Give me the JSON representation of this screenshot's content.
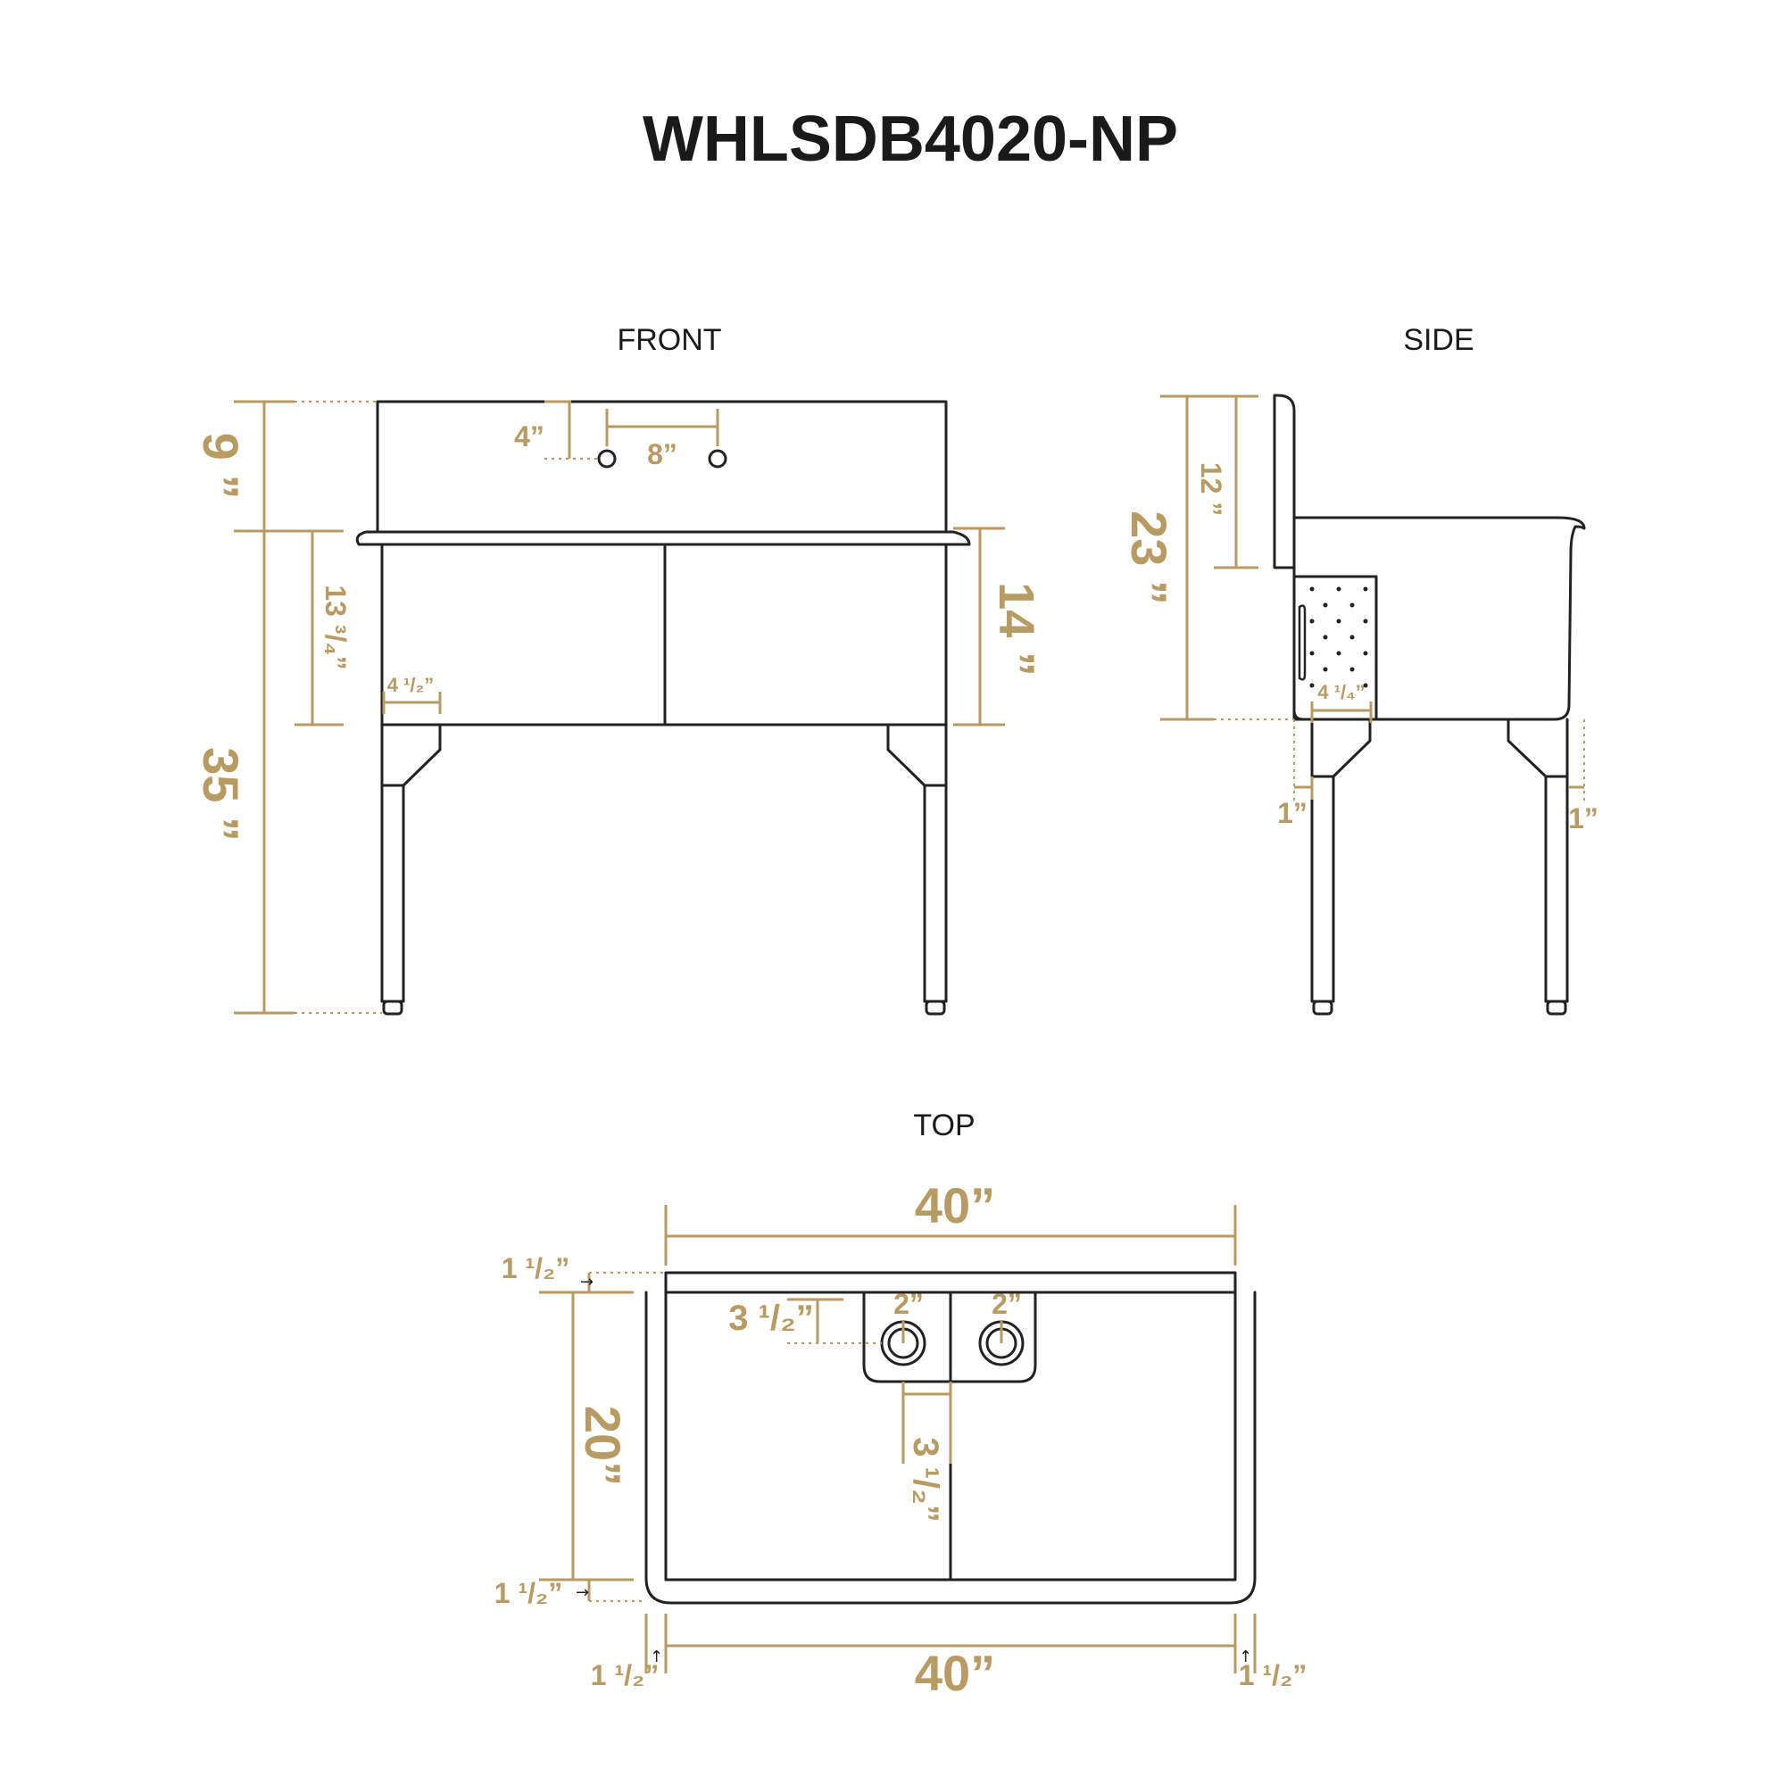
{
  "title": "WHLSDB4020-NP",
  "views": {
    "front": "FRONT",
    "side": "SIDE",
    "top": "TOP"
  },
  "front_dims": {
    "backsplash_height": "9 ”",
    "total_height": "35 ”",
    "tub_depth_inner": "13 ³/₄”",
    "tub_depth_outer": "14 ”",
    "faucet_drop": "4”",
    "faucet_spacing": "8”",
    "leg_inset": "4 ¹/₂”"
  },
  "side_dims": {
    "total": "23 ”",
    "backsplash": "12 ”",
    "drain_offset": "4 ¹/₄”",
    "leg_inset_left": "1”",
    "leg_inset_right": "1”"
  },
  "top_dims": {
    "width_top": "40”",
    "width_bottom": "40”",
    "depth": "20”",
    "back_offset": "1 ¹/₂”",
    "front_offset": "1 ¹/₂”",
    "left_offset": "1 ¹/₂”",
    "right_offset": "1 ¹/₂”",
    "drain_from_back": "3 ¹/₂”",
    "drain_from_divider": "3 ¹/₂”",
    "drain_left": "2”",
    "drain_right": "2”"
  }
}
